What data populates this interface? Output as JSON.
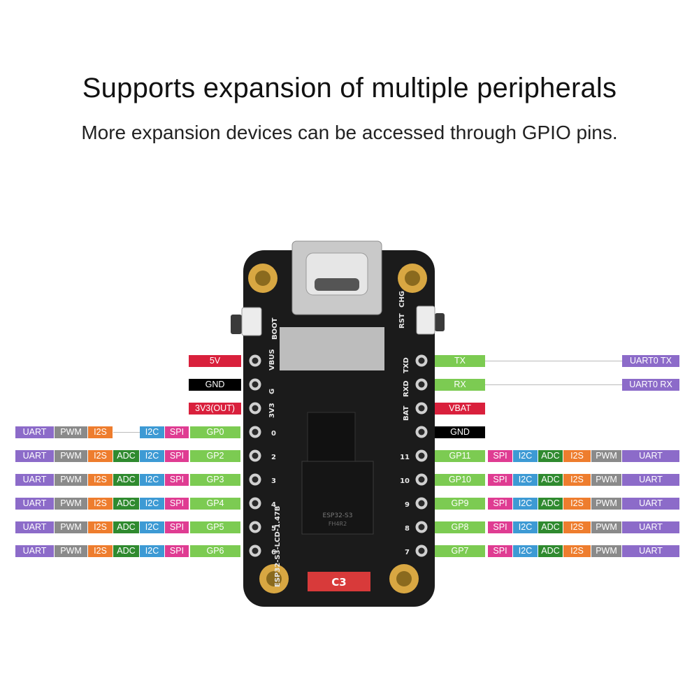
{
  "header": {
    "title": "Supports expansion of multiple peripherals",
    "subtitle": "More expansion devices can be accessed through GPIO pins."
  },
  "colors": {
    "uart": "#8c6bc9",
    "pwm": "#8a8a8a",
    "i2s": "#ee7d2e",
    "adc": "#2f8a2f",
    "i2c": "#3d9ad4",
    "spi": "#df3c92",
    "gp": "#7ccb52",
    "power": "#d9203c",
    "gnd": "#000000",
    "board": "#1b1b1b",
    "mount": "#d8a742"
  },
  "left_pins": {
    "power": [
      {
        "label": "5V",
        "type": "power"
      },
      {
        "label": "GND",
        "type": "gnd"
      },
      {
        "label": "3V3(OUT)",
        "type": "power"
      }
    ],
    "gpio": [
      {
        "label": "GP0",
        "funcs": [
          "UART",
          "PWM",
          "I2S",
          "",
          "I2C",
          "SPI"
        ]
      },
      {
        "label": "GP2",
        "funcs": [
          "UART",
          "PWM",
          "I2S",
          "ADC",
          "I2C",
          "SPI"
        ]
      },
      {
        "label": "GP3",
        "funcs": [
          "UART",
          "PWM",
          "I2S",
          "ADC",
          "I2C",
          "SPI"
        ]
      },
      {
        "label": "GP4",
        "funcs": [
          "UART",
          "PWM",
          "I2S",
          "ADC",
          "I2C",
          "SPI"
        ]
      },
      {
        "label": "GP5",
        "funcs": [
          "UART",
          "PWM",
          "I2S",
          "ADC",
          "I2C",
          "SPI"
        ]
      },
      {
        "label": "GP6",
        "funcs": [
          "UART",
          "PWM",
          "I2S",
          "ADC",
          "I2C",
          "SPI"
        ]
      }
    ]
  },
  "right_pins": {
    "uart0": [
      {
        "label": "TX",
        "ext": "UART0 TX"
      },
      {
        "label": "RX",
        "ext": "UART0 RX"
      }
    ],
    "power": [
      {
        "label": "VBAT",
        "type": "power"
      },
      {
        "label": "GND",
        "type": "gnd"
      }
    ],
    "gpio": [
      {
        "label": "GP11",
        "funcs": [
          "SPI",
          "I2C",
          "ADC",
          "I2S",
          "PWM",
          "UART"
        ]
      },
      {
        "label": "GP10",
        "funcs": [
          "SPI",
          "I2C",
          "ADC",
          "I2S",
          "PWM",
          "UART"
        ]
      },
      {
        "label": "GP9",
        "funcs": [
          "SPI",
          "I2C",
          "ADC",
          "I2S",
          "PWM",
          "UART"
        ]
      },
      {
        "label": "GP8",
        "funcs": [
          "SPI",
          "I2C",
          "ADC",
          "I2S",
          "PWM",
          "UART"
        ]
      },
      {
        "label": "GP7",
        "funcs": [
          "SPI",
          "I2C",
          "ADC",
          "I2S",
          "PWM",
          "UART"
        ]
      }
    ]
  },
  "board": {
    "silk_left": [
      "VBUS",
      "G",
      "3V3"
    ],
    "silk_right": [
      "TXD",
      "RXD",
      "BAT"
    ],
    "silk_numbers_left": [
      "0",
      "2",
      "3",
      "4",
      "5",
      "6"
    ],
    "silk_numbers_right": [
      "11",
      "10",
      "9",
      "8",
      "7"
    ],
    "boot_label": "BOOT",
    "rst_label": "RST",
    "chg_label": "CHG",
    "model_label": "ESP32-S3-LCD-1.47B",
    "chip_label": "ESP32-S3",
    "chip_code": "FH4R2",
    "bottom_label": "C3"
  }
}
